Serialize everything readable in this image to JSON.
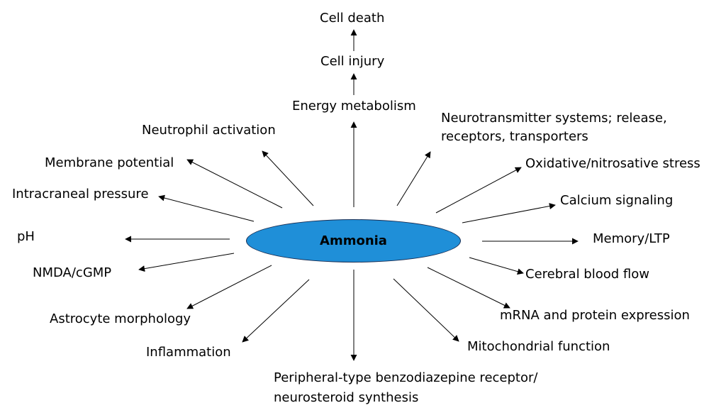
{
  "center": "Ammonia",
  "effects": {
    "cell_death": "Cell death",
    "cell_injury": "Cell injury",
    "energy_metabolism": "Energy metabolism",
    "neurotransmitter_1": "Neurotransmitter systems; release,",
    "neurotransmitter_2": "receptors, transporters",
    "oxidative_stress": "Oxidative/nitrosative stress",
    "calcium_signaling": "Calcium signaling",
    "memory_ltp": "Memory/LTP",
    "cerebral_blood_flow": "Cerebral blood flow",
    "mrna_protein": "mRNA and protein expression",
    "mitochondrial_function": "Mitochondrial function",
    "pbr_1": "Peripheral-type benzodiazepine receptor/",
    "pbr_2": "neurosteroid synthesis",
    "inflammation": "Inflammation",
    "astrocyte_morphology": "Astrocyte morphology",
    "nmda_cgmp": "NMDA/cGMP",
    "ph": "pH",
    "intracranial_pressure": "Intracraneal pressure",
    "membrane_potential": "Membrane potential",
    "neutrophil_activation": "Neutrophil activation"
  }
}
